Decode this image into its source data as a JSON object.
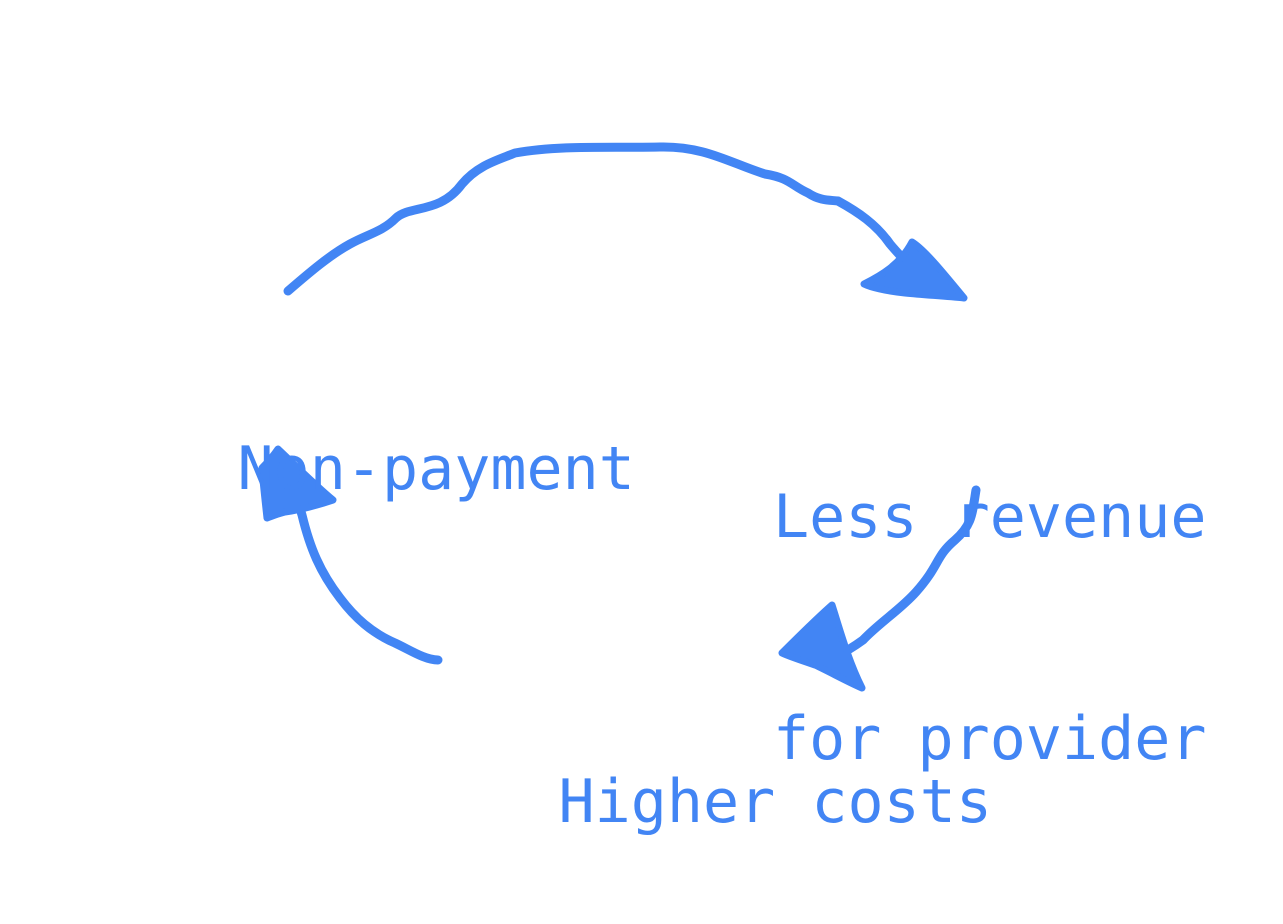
{
  "colors": {
    "ink": "#4285f4",
    "background": "#ffffff"
  },
  "nodes": [
    {
      "id": "non-payment",
      "lines": [
        "Non-payment"
      ]
    },
    {
      "id": "less-revenue",
      "lines": [
        "Less revenue",
        "for provider"
      ]
    },
    {
      "id": "higher-costs",
      "lines": [
        "Higher costs"
      ]
    }
  ],
  "edges": [
    {
      "from": "non-payment",
      "to": "less-revenue"
    },
    {
      "from": "less-revenue",
      "to": "higher-costs"
    },
    {
      "from": "higher-costs",
      "to": "non-payment"
    }
  ]
}
